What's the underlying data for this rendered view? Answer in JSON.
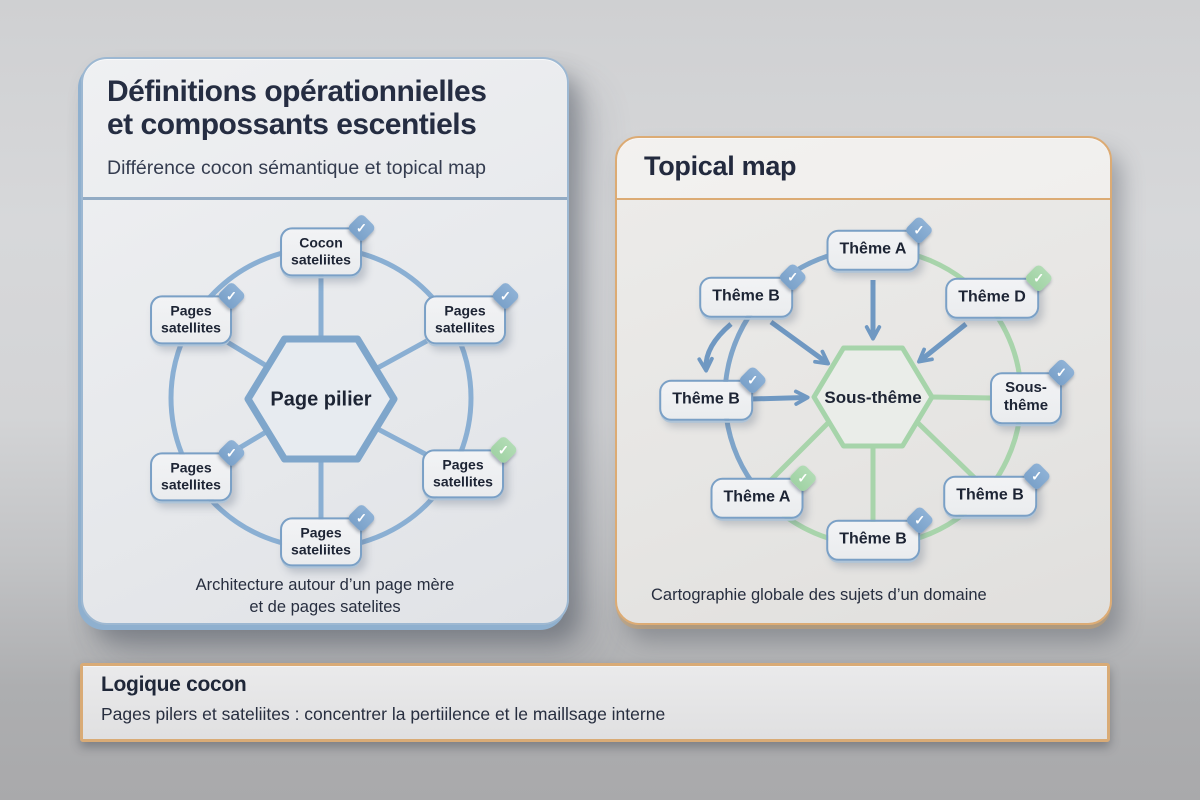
{
  "left_panel": {
    "title_line1": "Définitions opérationnielles",
    "title_line2": "et compossants escentiels",
    "subtitle": "Différence cocon sémantique et topical map",
    "hexagon_label": "Page pilier",
    "caption_line1": "Architecture autour d’un page mère",
    "caption_line2": "et de pages satelites",
    "nodes": [
      {
        "line1": "Cocon",
        "line2": "sateliites",
        "badge": "blue"
      },
      {
        "line1": "Pages",
        "line2": "satellites",
        "badge": "blue"
      },
      {
        "line1": "Pages",
        "line2": "satellites",
        "badge": "blue"
      },
      {
        "line1": "Pages",
        "line2": "satellites",
        "badge": "blue"
      },
      {
        "line1": "Pages",
        "line2": "satellites",
        "badge": "green"
      },
      {
        "line1": "Pages",
        "line2": "sateliites",
        "badge": "blue"
      }
    ]
  },
  "right_panel": {
    "header": "Topical map",
    "hexagon_label": "Sous-thême",
    "caption": "Cartographie globale des sujets d’un domaine",
    "nodes": [
      {
        "line1": "Thême A",
        "badge": "blue"
      },
      {
        "line1": "Thême B",
        "badge": "blue"
      },
      {
        "line1": "Thême D",
        "badge": "green"
      },
      {
        "line1": "Thême B",
        "badge": "blue"
      },
      {
        "line1": "Sous-",
        "line2": "thême",
        "badge": "blue"
      },
      {
        "line1": "Thême A",
        "badge": "green"
      },
      {
        "line1": "Thême B",
        "badge": "blue"
      },
      {
        "line1": "Thême B",
        "badge": "blue"
      }
    ]
  },
  "bottom_bar": {
    "title": "Logique cocon",
    "subtitle": "Pages pilers et sateliites : concentrer la pertiilence et le maillsage interne"
  },
  "icons": {
    "check_badge": "✓"
  },
  "colors": {
    "blue_line": "#7fa6cb",
    "green_line": "#a8d4ab",
    "badge_blue": "#7aa1c9",
    "badge_green": "#a6d6aa",
    "panel_border_blue": "#9db8d2",
    "panel_border_orange": "#dcab74",
    "title_text": "#252d42"
  }
}
